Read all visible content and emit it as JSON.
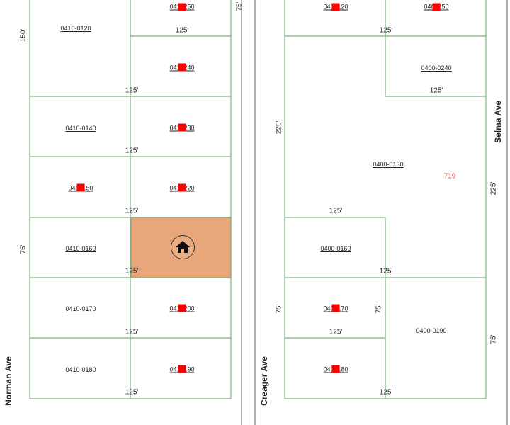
{
  "streets": {
    "norman": "Norman Ave",
    "creager": "Creager Ave",
    "selma": "Selma Ave"
  },
  "colors": {
    "parcel_outline": "#7fb07f",
    "selected_parcel": "#e8a77a",
    "marker": "#ff0000",
    "address": "#e05050"
  },
  "parcels": {
    "p0410_0120": "0410-0120",
    "p041_250": "041▮250",
    "p041_240": "041▮240",
    "p0410_0140": "0410-0140",
    "p041_230": "041▮230",
    "p041_150": "041▮150",
    "p041_220": "041▮220",
    "p0410_0160": "0410-0160",
    "p0410_0170": "0410-0170",
    "p041_200": "041▮200",
    "p0410_0180": "0410-0180",
    "p041_190": "041▮190",
    "p040_120": "040▮120",
    "p040_250": "040▮250",
    "p0400_0240": "0400-0240",
    "p0400_0130": "0400-0130",
    "p0400_0160": "0400-0160",
    "p040_170": "040▮170",
    "p0400_0190": "0400-0190",
    "p040_180": "040▮180"
  },
  "address_label": "719",
  "selected_parcel_icon": "home-icon",
  "dimensions": {
    "d125": "125'",
    "d75": "75'",
    "d150": "150'",
    "d225": "225'"
  }
}
